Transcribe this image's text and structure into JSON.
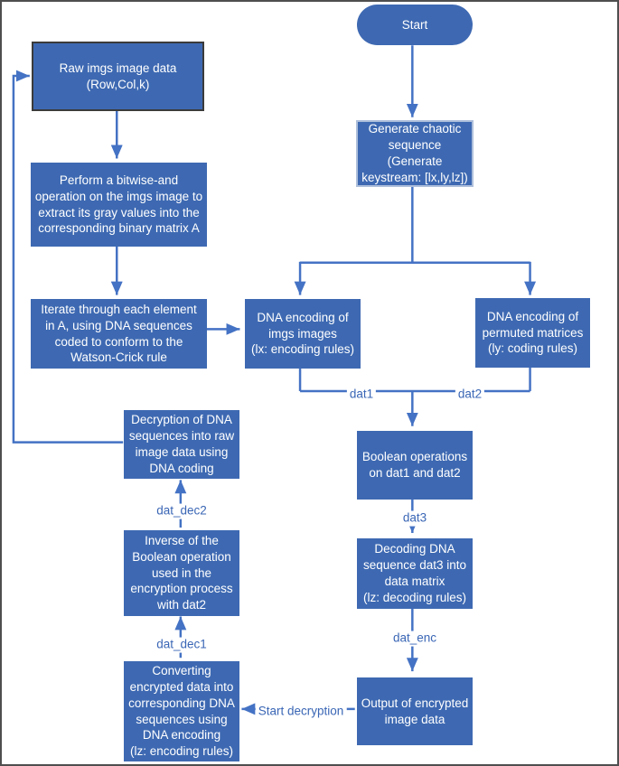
{
  "nodes": {
    "start": {
      "text": "Start"
    },
    "generate": {
      "text": "Generate chaotic\nsequence\n(Generate\nkeystream: [lx,ly,lz])"
    },
    "raw": {
      "text": "Raw imgs image data\n(Row,Col,k)"
    },
    "perform": {
      "text": "Perform a bitwise-and\noperation on the imgs image to\nextract its gray values into the\ncorresponding binary matrix A"
    },
    "iterate": {
      "text": "Iterate through each element\nin A, using DNA sequences\ncoded to conform to the\nWatson-Crick rule"
    },
    "dna_imgs": {
      "text": "DNA encoding of\nimgs images\n(lx: encoding rules)"
    },
    "dna_permuted": {
      "text": "DNA encoding of\npermuted matrices\n(ly: coding rules)"
    },
    "boolean_ops": {
      "text": "Boolean operations\non dat1 and dat2"
    },
    "decoding": {
      "text": "Decoding DNA\nsequence dat3 into\ndata matrix\n(lz: decoding rules)"
    },
    "output": {
      "text": "Output of encrypted\nimage data"
    },
    "converting": {
      "text": "Converting\nencrypted data into\ncorresponding DNA\nsequences using\nDNA encoding\n(lz: encoding rules)"
    },
    "inverse": {
      "text": "Inverse of the\nBoolean operation\nused in the\nencryption process\nwith dat2"
    },
    "decryption": {
      "text": "Decryption of DNA\nsequences into raw\nimage data using\nDNA coding"
    }
  },
  "edge_labels": {
    "dat1": "dat1",
    "dat2": "dat2",
    "dat3": "dat3",
    "dat_enc": "dat_enc",
    "dat_dec1": "dat_dec1",
    "dat_dec2": "dat_dec2",
    "start_decryption": "Start decryption"
  },
  "colors": {
    "node_fill": "#3E69B2",
    "node_text": "#FFFFFF",
    "connector": "#4472C4",
    "label_text": "#3A66B5",
    "raw_box_border": "#3B3B3B",
    "generate_box_border": "#AEBFDB",
    "page_border": "#4F4F4F"
  }
}
